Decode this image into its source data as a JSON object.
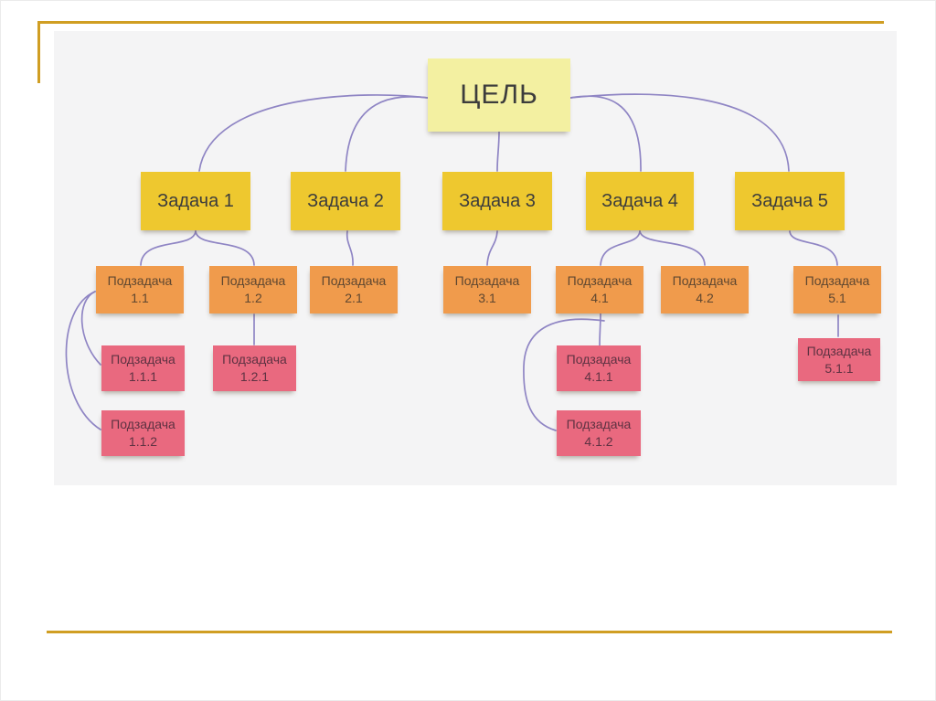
{
  "theme": {
    "slide_bg": "#ffffff",
    "slide_border": "#ebebeb",
    "accent_gold": "#d09e23",
    "panel_bg": "#f4f4f5",
    "connector": "#8f85c4",
    "goal_fill": "#f3f0a1",
    "task_fill": "#eec82f",
    "subtask_fill": "#f09b4c",
    "subsub_fill": "#e9697f",
    "goal_text": "#3c3c3c",
    "task_text": "#3c3c3c",
    "subtask_text": "#5f4730",
    "subsub_text": "#5e3242"
  },
  "diagram": {
    "goal": {
      "label": "ЦЕЛЬ"
    },
    "tasks": [
      {
        "label": "Задача 1"
      },
      {
        "label": "Задача 2"
      },
      {
        "label": "Задача 3"
      },
      {
        "label": "Задача 4"
      },
      {
        "label": "Задача 5"
      }
    ],
    "subtasks": [
      {
        "title": "Подзадача",
        "number": "1.1"
      },
      {
        "title": "Подзадача",
        "number": "1.2"
      },
      {
        "title": "Подзадача",
        "number": "2.1"
      },
      {
        "title": "Подзадача",
        "number": "3.1"
      },
      {
        "title": "Подзадача",
        "number": "4.1"
      },
      {
        "title": "Подзадача",
        "number": "4.2"
      },
      {
        "title": "Подзадача",
        "number": "5.1"
      }
    ],
    "subsubtasks": [
      {
        "title": "Подзадача",
        "number": "1.1.1"
      },
      {
        "title": "Подзадача",
        "number": "1.2.1"
      },
      {
        "title": "Подзадача",
        "number": "4.1.1"
      },
      {
        "title": "Подзадача",
        "number": "5.1.1"
      },
      {
        "title": "Подзадача",
        "number": "1.1.2"
      },
      {
        "title": "Подзадача",
        "number": "4.1.2"
      }
    ]
  }
}
